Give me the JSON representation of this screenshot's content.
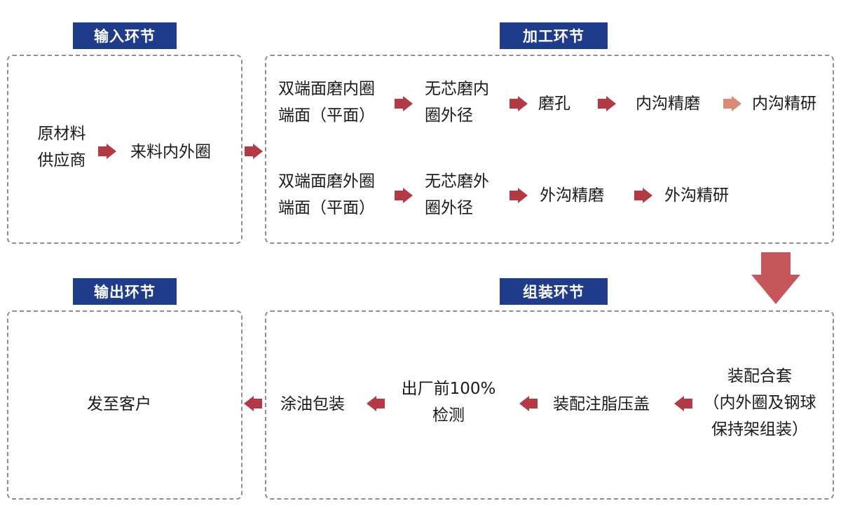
{
  "colors": {
    "tab_bg": "#1f3c8a",
    "arrow": "#b13a44",
    "border": "#8e8e8e"
  },
  "sections": {
    "input": {
      "title": "输入环节",
      "supplier": [
        "原材料",
        "供应商"
      ],
      "incoming": "来料内外圈"
    },
    "processing": {
      "title": "加工环节",
      "inner_row": {
        "step1": [
          "双端面磨内圈",
          "端面（平面）"
        ],
        "step2": [
          "无芯磨内",
          "圈外径"
        ],
        "step3": "磨孔",
        "step4": "内沟精磨",
        "step5": "内沟精研"
      },
      "outer_row": {
        "step1": [
          "双端面磨外圈",
          "端面（平面）"
        ],
        "step2": [
          "无芯磨外",
          "圈外径"
        ],
        "step3": "外沟精磨",
        "step4": "外沟精研"
      }
    },
    "assembly": {
      "title": "组装环节",
      "step1": [
        "装配合套",
        "（内外圈及钢球",
        "保持架组装）"
      ],
      "step2": "装配注脂压盖",
      "step3": [
        "出厂前100%",
        "检测"
      ],
      "step4": "涂油包装"
    },
    "output": {
      "title": "输出环节",
      "delivery": "发至客户"
    }
  }
}
